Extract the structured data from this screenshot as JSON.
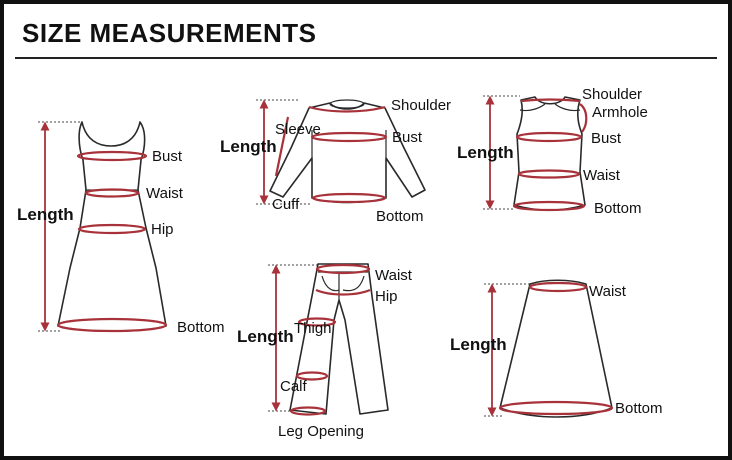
{
  "title": "SIZE MEASUREMENTS",
  "colors": {
    "accent": "#a8323a",
    "outline": "#2a2a2a",
    "frame": "#111111"
  },
  "garments": {
    "dress": {
      "length": "Length",
      "bust": "Bust",
      "waist": "Waist",
      "hip": "Hip",
      "bottom": "Bottom"
    },
    "shirt": {
      "length": "Length",
      "sleeve": "Sleeve",
      "shoulder": "Shoulder",
      "bust": "Bust",
      "cuff": "Cuff",
      "bottom": "Bottom"
    },
    "tank": {
      "length": "Length",
      "shoulder": "Shoulder",
      "armhole": "Armhole",
      "bust": "Bust",
      "waist": "Waist",
      "bottom": "Bottom"
    },
    "pants": {
      "length": "Length",
      "waist": "Waist",
      "hip": "Hip",
      "thigh": "Thigh",
      "calf": "Calf",
      "leg_opening": "Leg Opening"
    },
    "skirt": {
      "length": "Length",
      "waist": "Waist",
      "bottom": "Bottom"
    }
  }
}
